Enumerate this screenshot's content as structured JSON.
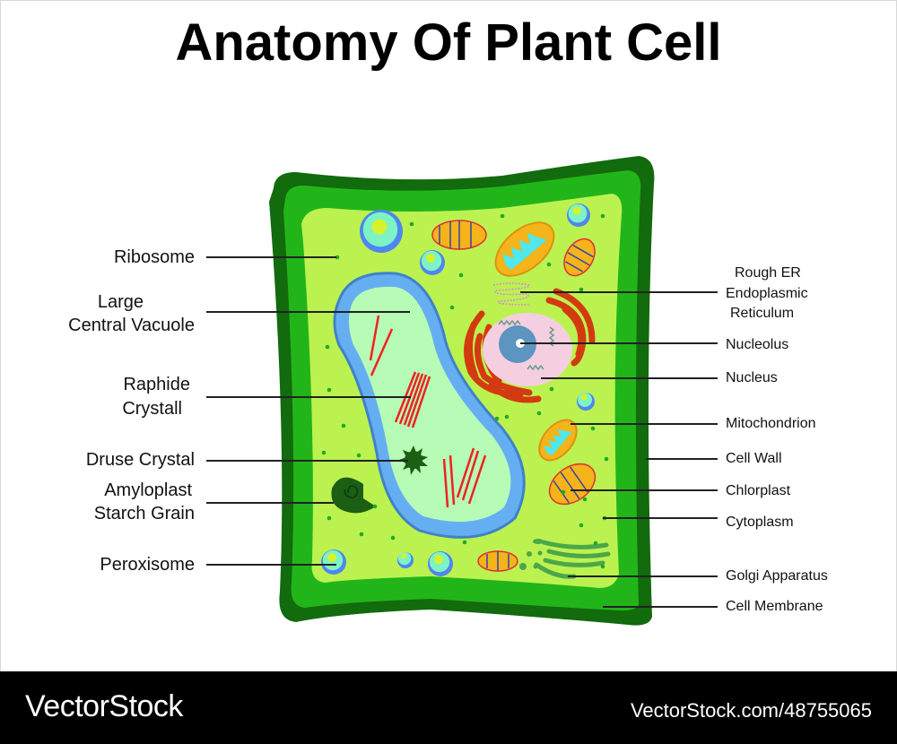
{
  "title": "Anatomy Of Plant Cell",
  "labels_left": {
    "ribosome": "Ribosome",
    "vacuole": [
      "Large",
      "Central Vacuole"
    ],
    "raphide": [
      "Raphide",
      "Crystall"
    ],
    "druse": "Druse Crystal",
    "amyloplast": [
      "Amyloplast",
      "Starch Grain"
    ],
    "peroxisome": "Peroxisome"
  },
  "labels_right": {
    "rough_er": [
      "Rough ER",
      "Endoplasmic",
      "Reticulum"
    ],
    "nucleolus": "Nucleolus",
    "nucleus": "Nucleus",
    "mitochondrion": "Mitochondrion",
    "cell_wall": "Cell Wall",
    "chloroplast": "Chlorplast",
    "cytoplasm": "Cytoplasm",
    "golgi": "Golgi Apparatus",
    "cell_membrane": "Cell Membrane"
  },
  "footer": {
    "brand": "VectorStock",
    "stock_id": "VectorStock.com/48755065"
  },
  "colors": {
    "cell_wall": "#126b0d",
    "membrane": "#22b51a",
    "cytoplasm": "#bbf24f",
    "vacuole": "#b6fbb6",
    "nucleus": "#f5cfe0",
    "er": "#d43a10",
    "chloroplast": "#f4b41a"
  }
}
